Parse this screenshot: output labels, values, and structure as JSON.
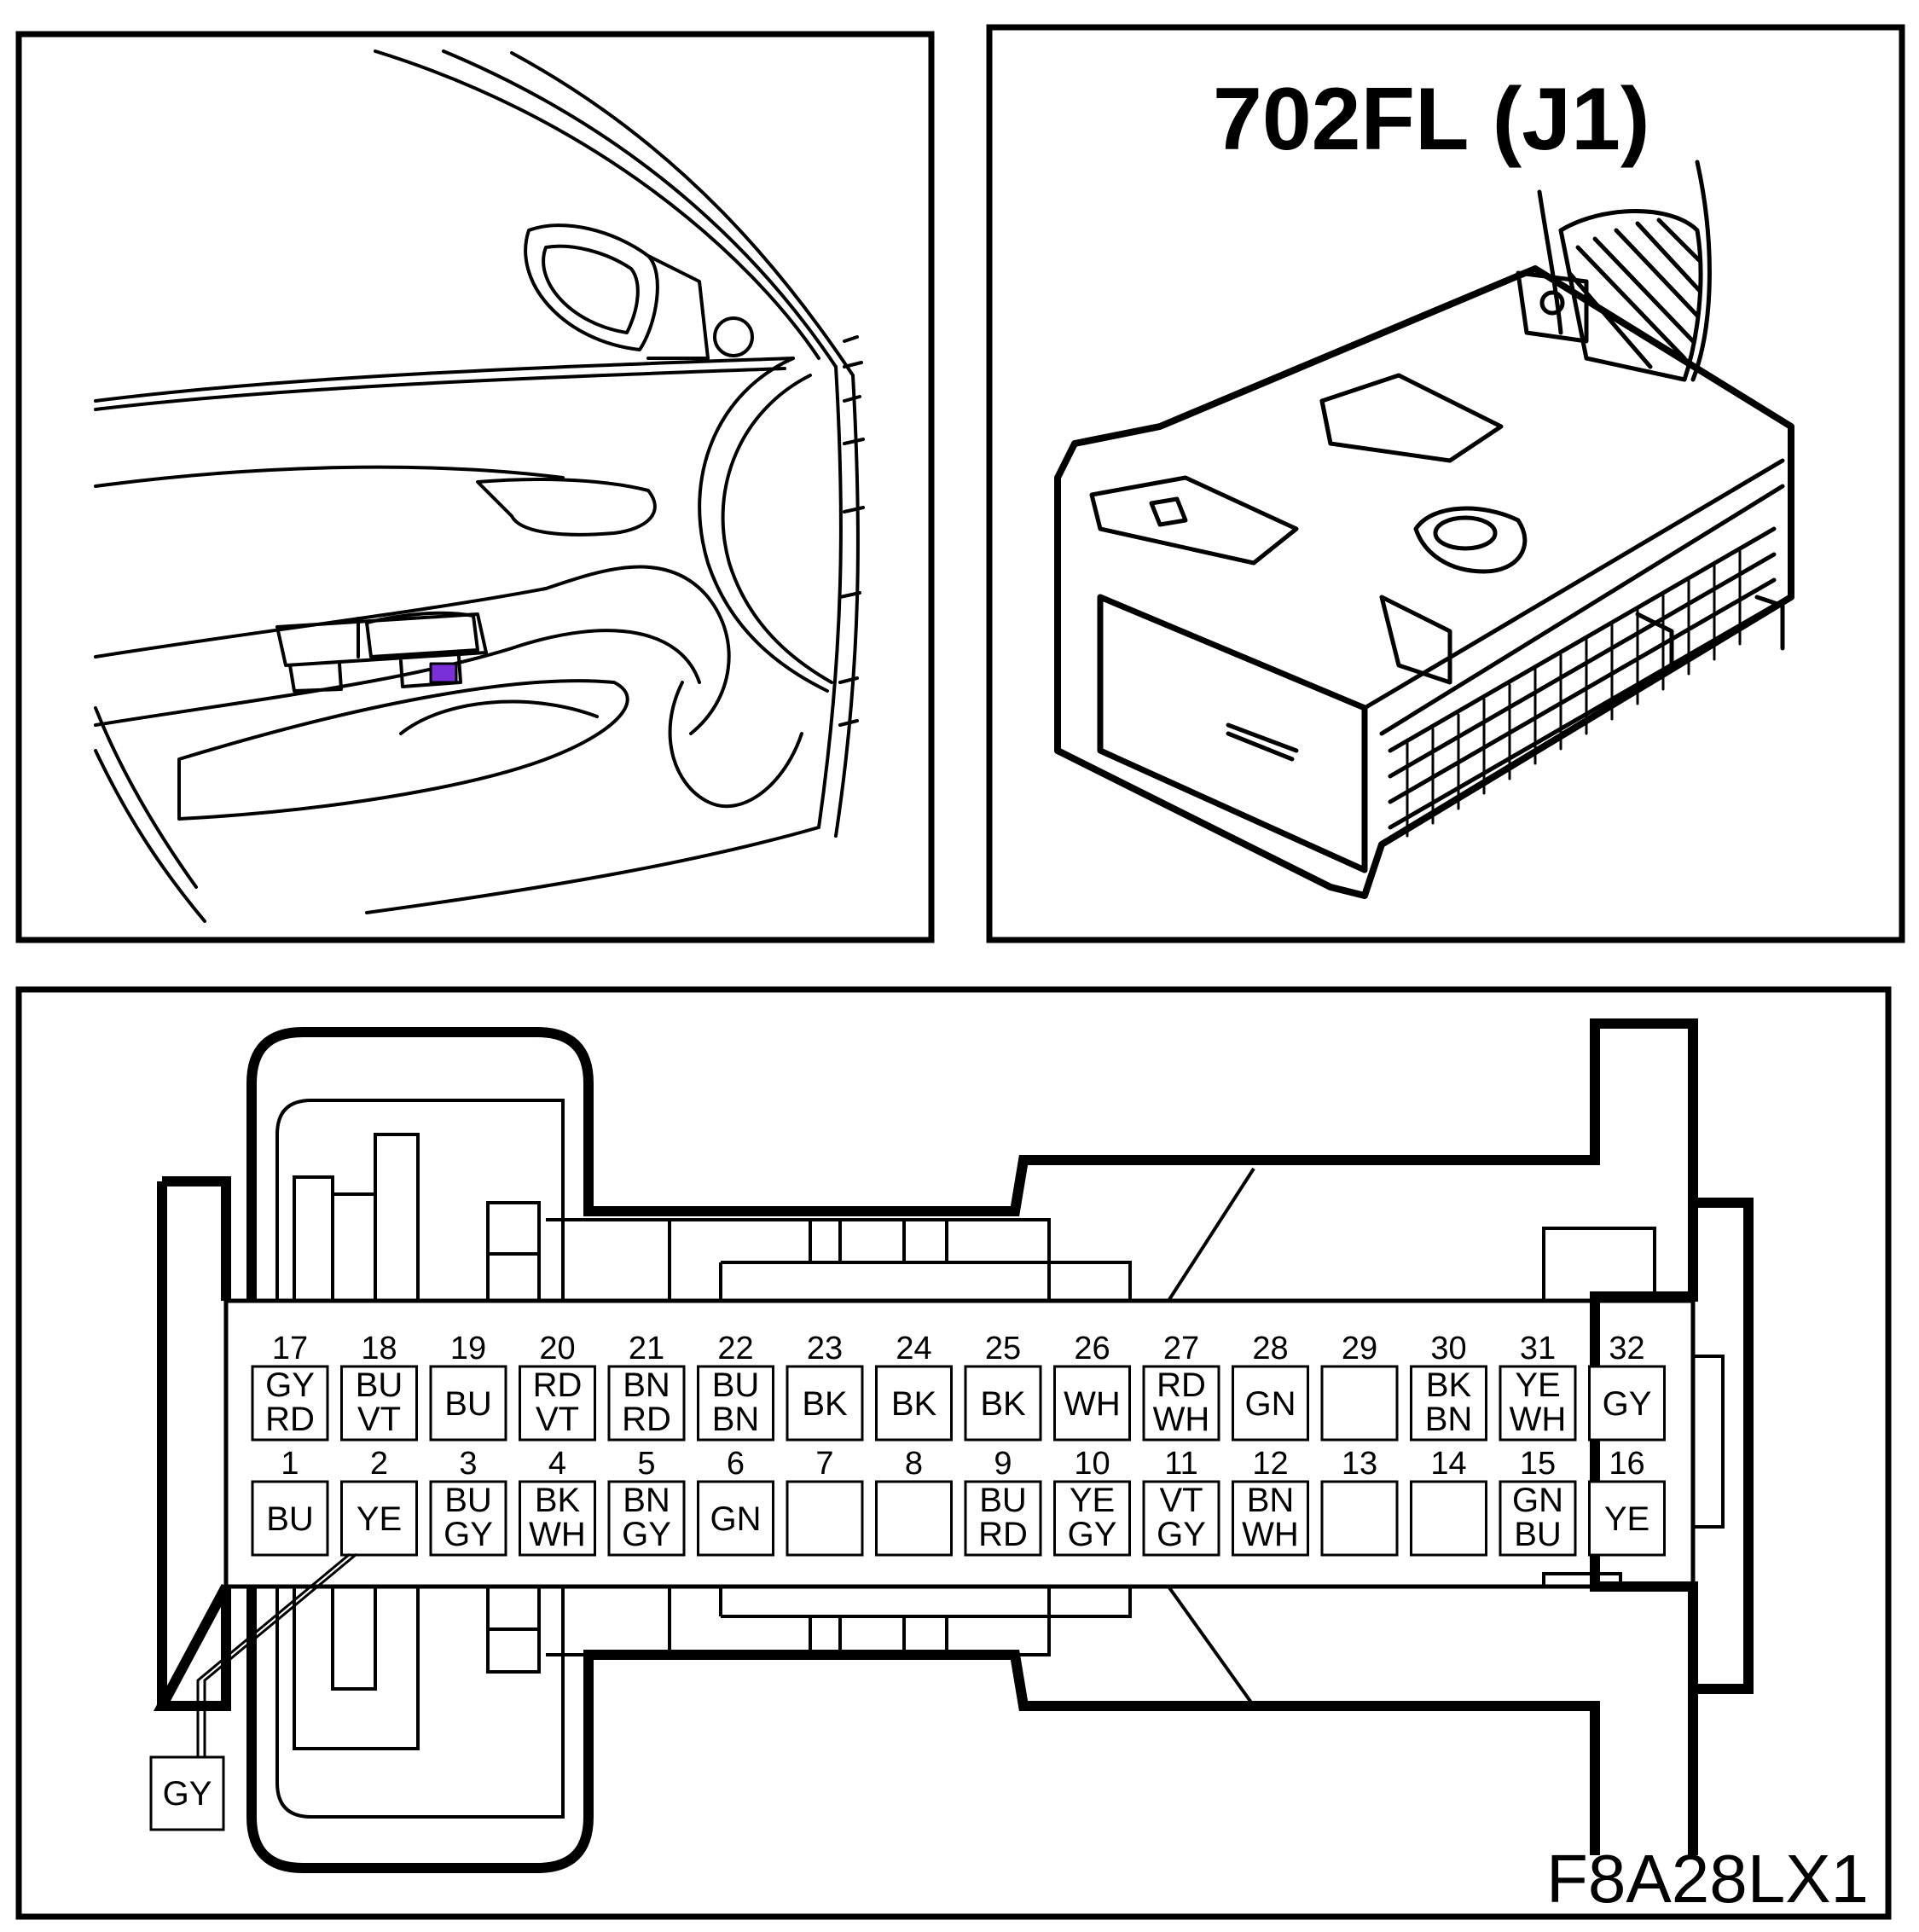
{
  "connector": {
    "title": "702FL (J1)",
    "figure_code": "F8A28LX1",
    "callout_wire": "GY",
    "highlight_color": "#7b2fd6"
  },
  "pins_top": [
    {
      "num": "17",
      "colors": [
        "GY",
        "RD"
      ]
    },
    {
      "num": "18",
      "colors": [
        "BU",
        "VT"
      ]
    },
    {
      "num": "19",
      "colors": [
        "BU"
      ]
    },
    {
      "num": "20",
      "colors": [
        "RD",
        "VT"
      ]
    },
    {
      "num": "21",
      "colors": [
        "BN",
        "RD"
      ]
    },
    {
      "num": "22",
      "colors": [
        "BU",
        "BN"
      ]
    },
    {
      "num": "23",
      "colors": [
        "BK"
      ]
    },
    {
      "num": "24",
      "colors": [
        "BK"
      ]
    },
    {
      "num": "25",
      "colors": [
        "BK"
      ]
    },
    {
      "num": "26",
      "colors": [
        "WH"
      ]
    },
    {
      "num": "27",
      "colors": [
        "RD",
        "WH"
      ]
    },
    {
      "num": "28",
      "colors": [
        "GN"
      ]
    },
    {
      "num": "29",
      "colors": []
    },
    {
      "num": "30",
      "colors": [
        "BK",
        "BN"
      ]
    },
    {
      "num": "31",
      "colors": [
        "YE",
        "WH"
      ]
    },
    {
      "num": "32",
      "colors": [
        "GY"
      ]
    }
  ],
  "pins_bottom": [
    {
      "num": "1",
      "colors": [
        "BU"
      ]
    },
    {
      "num": "2",
      "colors": [
        "YE"
      ]
    },
    {
      "num": "3",
      "colors": [
        "BU",
        "GY"
      ]
    },
    {
      "num": "4",
      "colors": [
        "BK",
        "WH"
      ]
    },
    {
      "num": "5",
      "colors": [
        "BN",
        "GY"
      ]
    },
    {
      "num": "6",
      "colors": [
        "GN"
      ]
    },
    {
      "num": "7",
      "colors": []
    },
    {
      "num": "8",
      "colors": []
    },
    {
      "num": "9",
      "colors": [
        "BU",
        "RD"
      ]
    },
    {
      "num": "10",
      "colors": [
        "YE",
        "GY"
      ]
    },
    {
      "num": "11",
      "colors": [
        "VT",
        "GY"
      ]
    },
    {
      "num": "12",
      "colors": [
        "BN",
        "WH"
      ]
    },
    {
      "num": "13",
      "colors": []
    },
    {
      "num": "14",
      "colors": []
    },
    {
      "num": "15",
      "colors": [
        "GN",
        "BU"
      ]
    },
    {
      "num": "16",
      "colors": [
        "YE"
      ]
    }
  ]
}
